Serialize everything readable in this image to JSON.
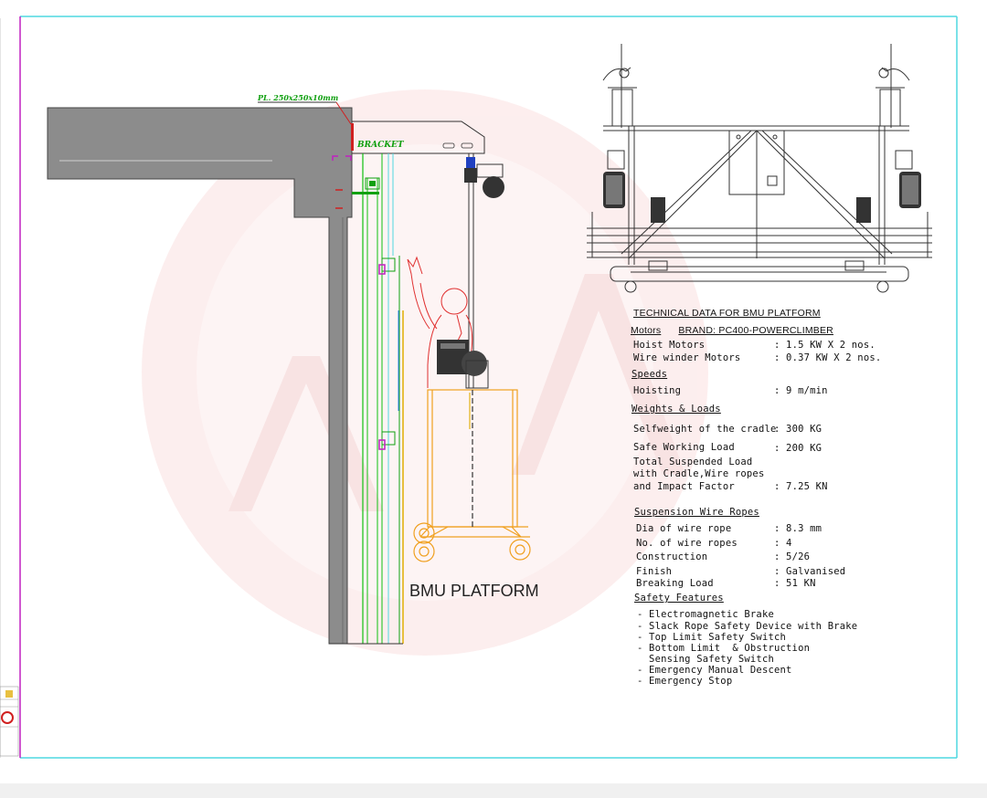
{
  "labels": {
    "plate": "PL. 250x250x10mm",
    "bracket": "BRACKET",
    "platform": "BMU PLATFORM"
  },
  "tech": {
    "title": "TECHNICAL DATA FOR BMU PLATFORM",
    "motors_heading": "Motors",
    "brand": "BRAND: PC400-POWERCLIMBER",
    "motors": [
      {
        "label": "Hoist Motors",
        "value": ": 1.5 KW X 2 nos."
      },
      {
        "label": "Wire winder Motors",
        "value": ": 0.37 KW X 2 nos."
      }
    ],
    "speeds_heading": "Speeds",
    "speeds": [
      {
        "label": "Hoisting",
        "value": ": 9 m/min"
      }
    ],
    "weights_heading": "Weights & Loads",
    "weights": [
      {
        "label": "Selfweight of the cradle",
        "value": ": 300 KG"
      },
      {
        "label": "Safe Working Load",
        "value": ": 200 KG"
      }
    ],
    "total_load_lines": [
      "Total Suspended Load",
      "with Cradle,Wire ropes",
      "and Impact Factor"
    ],
    "total_load_value": ": 7.25 KN",
    "ropes_heading": "Suspension Wire Ropes",
    "ropes": [
      {
        "label": "Dia of wire rope",
        "value": ": 8.3 mm"
      },
      {
        "label": "No. of wire ropes",
        "value": ": 4"
      },
      {
        "label": "Construction",
        "value": ": 5/26"
      },
      {
        "label": "Finish",
        "value": ": Galvanised"
      },
      {
        "label": "Breaking Load",
        "value": ": 51 KN"
      }
    ],
    "safety_heading": "Safety Features",
    "safety": [
      "- Electromagnetic Brake",
      "- Slack Rope Safety Device with Brake",
      "- Top Limit Safety Switch",
      "- Bottom Limit  & Obstruction",
      "  Sensing Safety Switch",
      "- Emergency Manual Descent",
      "- Emergency Stop"
    ]
  },
  "colors": {
    "frame": "#4fd8e0",
    "concrete": "#8c8c8c",
    "cradle": "#f0a020",
    "person": "#e03030",
    "label_green": "#10a010",
    "line_dark": "#333333",
    "magenta": "#c020c0"
  }
}
